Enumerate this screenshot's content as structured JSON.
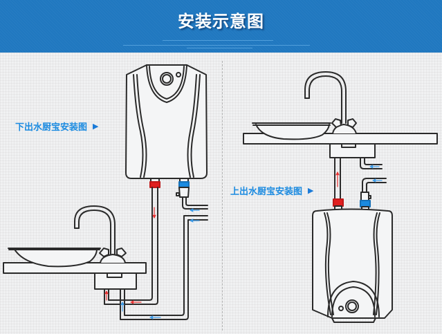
{
  "banner": {
    "title": "安装示意图",
    "color": "#2078c0"
  },
  "left_panel": {
    "label": "下出水厨宝安装图",
    "arrow_icon": "▶",
    "heater_outlet": "bottom"
  },
  "right_panel": {
    "label": "上出水厨宝安装图",
    "arrow_icon": "▶",
    "heater_outlet": "top"
  },
  "colors": {
    "hot_pipe": "#e02020",
    "cold_pipe": "#1a8ae0",
    "hot_arrow": "#e83030",
    "cold_arrow": "#3a9ae8",
    "label_text": "#1a8ae0"
  }
}
